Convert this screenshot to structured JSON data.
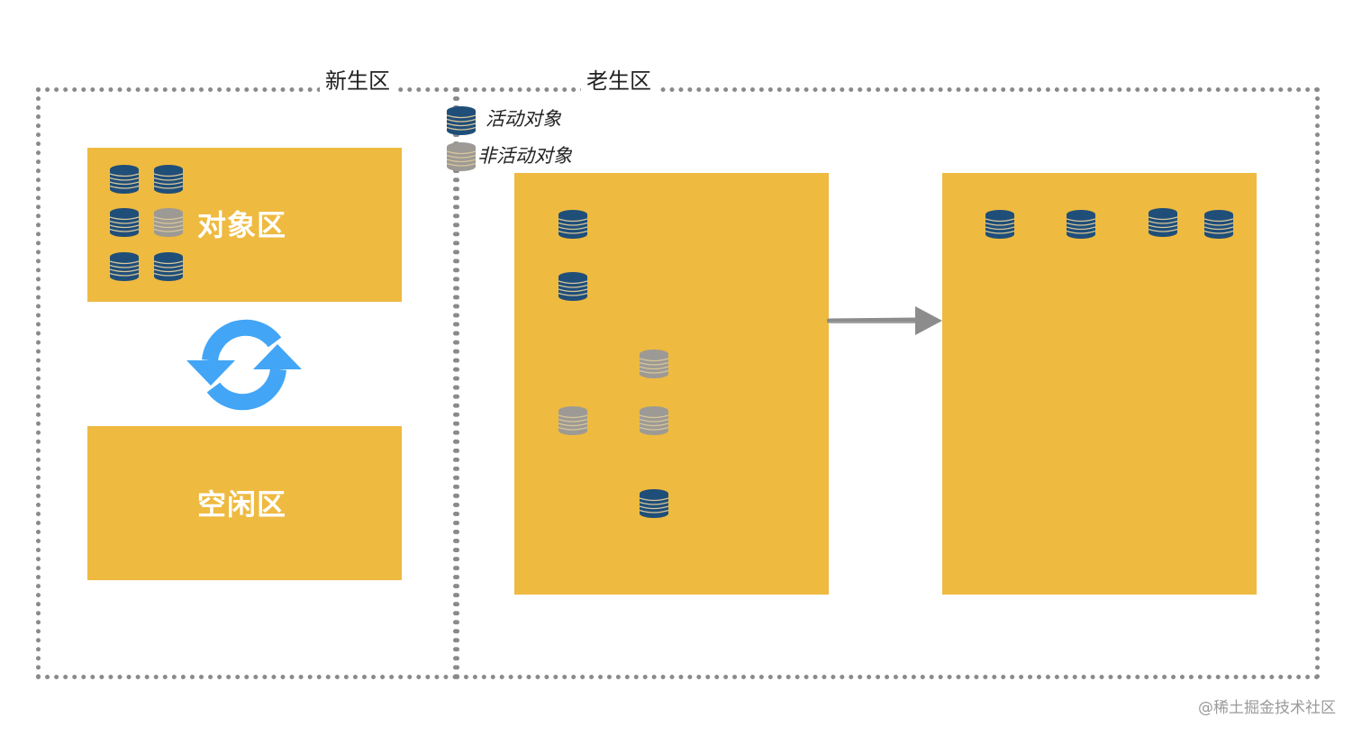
{
  "regions": {
    "young": {
      "label": "新生区"
    },
    "old": {
      "label": "老生区"
    }
  },
  "legend": {
    "active": {
      "label": "活动对象",
      "icon": "database-icon",
      "color": "#1f4e79"
    },
    "inactive": {
      "label": "非活动对象",
      "icon": "database-icon",
      "color": "#9a9a9a"
    }
  },
  "young_space": {
    "object_area": {
      "label": "对象区"
    },
    "free_area": {
      "label": "空闲区"
    },
    "swap_icon": "sync-cycle-icon"
  },
  "old_space": {
    "arrow_icon": "arrow-right-icon"
  },
  "colors": {
    "area_fill": "#eeba40",
    "active_object": "#1f4e79",
    "inactive_object": "#9a9a9a",
    "cycle_arrow": "#42a5f5",
    "border": "#8a8a8a"
  },
  "watermark": "@稀土掘金技术社区"
}
